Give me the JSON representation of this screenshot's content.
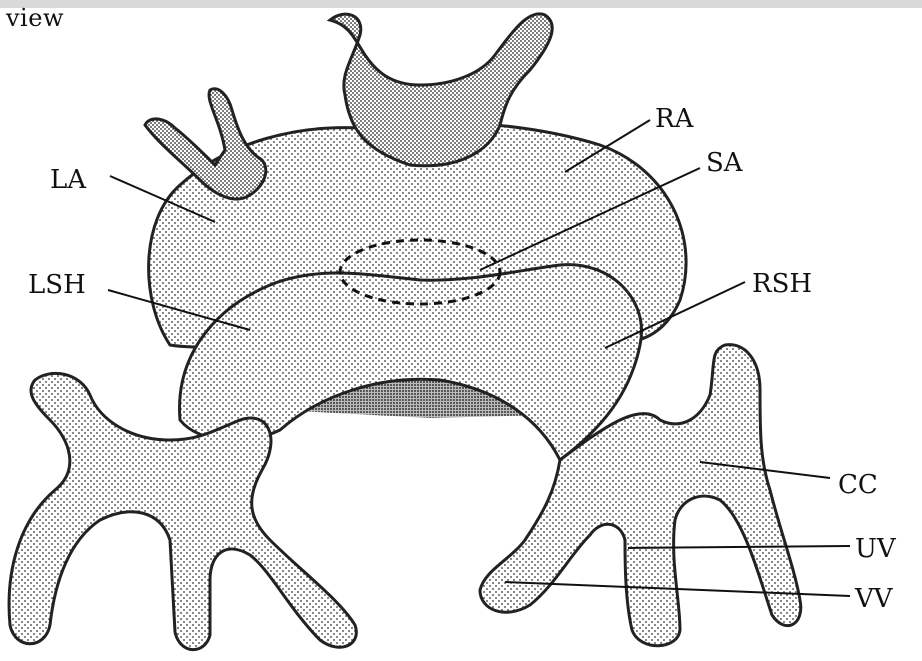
{
  "title": "view",
  "labels": {
    "la": "LA",
    "ra": "RA",
    "sa": "SA",
    "lsh": "LSH",
    "rsh": "RSH",
    "cc": "CC",
    "uv": "UV",
    "vv": "VV"
  }
}
